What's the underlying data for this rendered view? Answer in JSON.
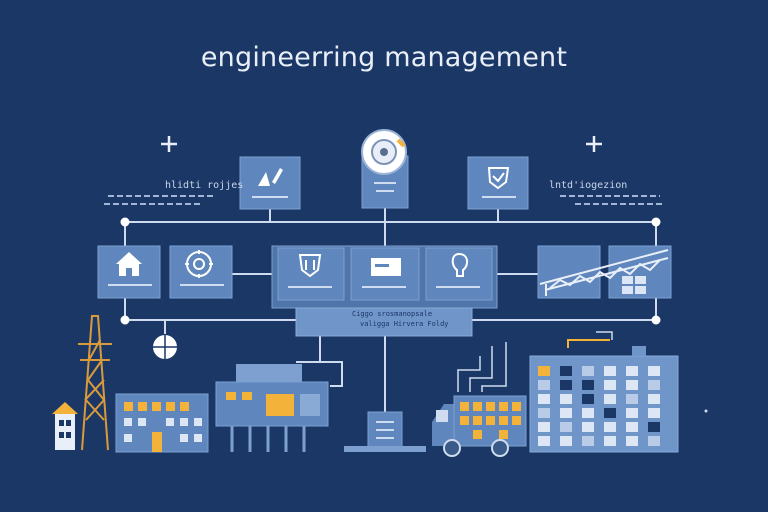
{
  "title": "engineerring management",
  "labels": {
    "left": "hlidti rojjes",
    "right": "lntd'iogezion",
    "center_box_line1": "Ciggo srosmanopsale",
    "center_box_line2": "valigga Hirvera Foldy"
  },
  "colors": {
    "background": "#1b3766",
    "box_fill": "#5f86bd",
    "box_stroke": "#7ea0d0",
    "line": "#cfdcef",
    "accent_yellow": "#f3b23a",
    "tower_orange": "#d99a3c"
  },
  "icons": [
    "plus-icon",
    "plus-icon",
    "target-disc-icon",
    "pickaxe-icon",
    "shield-icon",
    "home-icon",
    "gear-icon",
    "shield-tools-icon",
    "monitor-icon",
    "lightbulb-icon",
    "crane-icon",
    "compass-icon",
    "transmission-tower-icon"
  ]
}
